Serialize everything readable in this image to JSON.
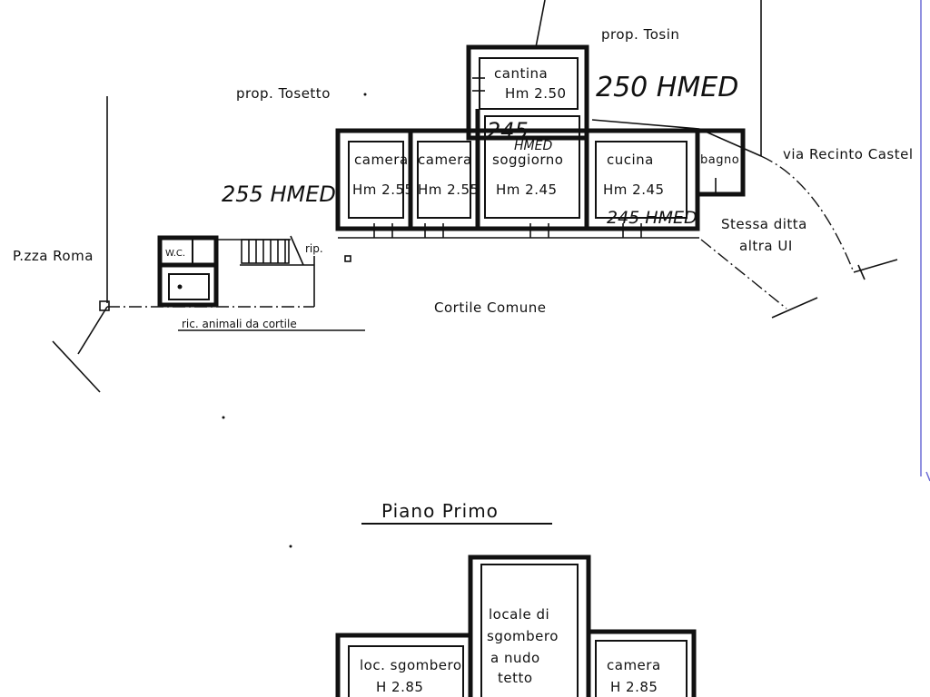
{
  "neighbors": {
    "tosin": "prop. Tosin",
    "tosetto": "prop. Tosetto"
  },
  "streets": {
    "piazza_roma": "P.zza Roma",
    "via_recinto": "via Recinto Castel"
  },
  "areas": {
    "cortile": "Cortile Comune",
    "stessa_ditta_1": "Stessa ditta",
    "stessa_ditta_2": "altra UI",
    "ricovero": "ric. animali da cortile",
    "rip": "rip.",
    "wc": "W.C."
  },
  "ground_floor": {
    "rooms": [
      {
        "name": "cantina",
        "height": "Hm 2.50"
      },
      {
        "name": "camera",
        "height": "Hm 2.55"
      },
      {
        "name": "camera",
        "height": "Hm 2.55"
      },
      {
        "name": "soggiorno",
        "height": "Hm 2.45"
      },
      {
        "name": "cucina",
        "height": "Hm 2.45"
      },
      {
        "name": "bagno",
        "height": ""
      }
    ],
    "handwritten": {
      "cantina": "250 HMED",
      "camere": "255 HMED",
      "soggiorno_a": "245",
      "soggiorno_b": "HMED",
      "cucina": "245 HMED"
    }
  },
  "first_floor": {
    "title": "Piano Primo",
    "rooms": [
      {
        "line1": "locale di",
        "line2": "sgombero",
        "line3": "a nudo",
        "line4": "tetto"
      },
      {
        "line1": "loc. sgombero",
        "line2": "H 2.85"
      },
      {
        "line1": "camera",
        "line2": "H 2.85"
      }
    ]
  }
}
